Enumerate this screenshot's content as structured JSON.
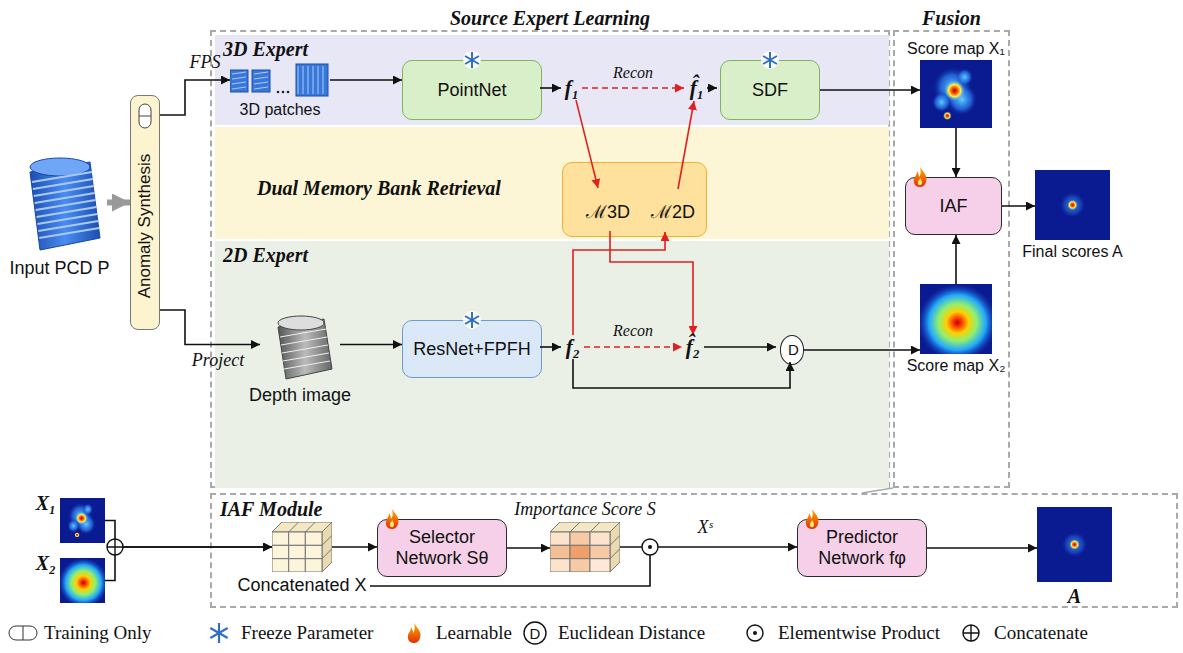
{
  "diagram": {
    "nodes": [
      {
        "text": [
          "Source Expert Learning"
        ]
      },
      {
        "text": [
          "3D Expert"
        ],
        "in": 0
      },
      {
        "text": [
          "3D patches"
        ],
        "in": 1
      },
      {
        "text": [
          "PointNet"
        ],
        "in": 1
      },
      {
        "text": [
          "SDF"
        ],
        "in": 1
      },
      {
        "text": [
          "Dual Memory Bank Retrieval"
        ],
        "in": 0
      },
      {
        "text": [
          "ℳ3D"
        ],
        "in": 5
      },
      {
        "text": [
          "ℳ2D"
        ],
        "in": 5
      },
      {
        "text": [
          "2D Expert"
        ],
        "in": 0
      },
      {
        "text": [
          "Depth image"
        ],
        "in": 8
      },
      {
        "text": [
          "ResNet+FPFH"
        ],
        "in": 8
      },
      {
        "text": [
          "D"
        ],
        "in": 8
      },
      {
        "text": [
          "Fusion"
        ]
      },
      {
        "text": [
          "Score map X₁"
        ],
        "in": 12
      },
      {
        "text": [
          "IAF"
        ],
        "in": 12
      },
      {
        "text": [
          "Score map X₂"
        ],
        "in": 12
      },
      {
        "text": [
          "Input PCD P"
        ]
      },
      {
        "text": [
          "Anomaly Synthesis"
        ]
      },
      {
        "text": [
          "Final scores A"
        ]
      },
      {
        "text": [
          "IAF Module"
        ]
      },
      {
        "text": [
          "X₁"
        ]
      },
      {
        "text": [
          "X₂"
        ]
      },
      {
        "text": [
          "Concatenated X"
        ],
        "in": 19
      },
      {
        "text": [
          "Selector Network Sθ"
        ],
        "in": 19
      },
      {
        "text": [
          "Importance Score S"
        ],
        "in": 19
      },
      {
        "text": [
          "Predictor Network fφ"
        ],
        "in": 19
      },
      {
        "text": [
          "A"
        ],
        "in": 19
      }
    ],
    "edges": [
      {
        "from": 16,
        "to": 17,
        "arrow": "to"
      },
      {
        "from": 17,
        "to": 2,
        "label": "FPS",
        "arrow": "to"
      },
      {
        "from": 17,
        "to": 9,
        "label": "Project",
        "arrow": "to"
      },
      {
        "from": 2,
        "to": 3,
        "arrow": "to"
      },
      {
        "from": 9,
        "to": 10,
        "arrow": "to"
      },
      {
        "from": 4,
        "to": 13,
        "arrow": "to"
      },
      {
        "from": 11,
        "to": 15,
        "arrow": "to"
      },
      {
        "from": 13,
        "to": 14,
        "arrow": "to"
      },
      {
        "from": 15,
        "to": 14,
        "arrow": "to"
      },
      {
        "from": 14,
        "to": 18,
        "arrow": "to"
      },
      {
        "from": 20,
        "to": 22,
        "arrow": "to"
      },
      {
        "from": 21,
        "to": 22,
        "arrow": "to"
      },
      {
        "from": 22,
        "to": 23,
        "arrow": "to"
      },
      {
        "from": 23,
        "to": 24,
        "arrow": "to"
      },
      {
        "from": 24,
        "to": 25,
        "label": "Xˢ",
        "arrow": "to"
      },
      {
        "from": 25,
        "to": 26,
        "arrow": "to"
      }
    ],
    "labels": [
      "f₁",
      "Recon",
      "f̂₁",
      "f₂",
      "Recon",
      "f̂₂",
      "D"
    ],
    "legend": [
      {
        "text": "Training Only"
      },
      {
        "text": "Freeze Parameter"
      },
      {
        "text": "Learnable"
      },
      {
        "text": "Euclidean Distance"
      },
      {
        "text": "Elementwise Product"
      },
      {
        "text": "Concatenate"
      }
    ]
  }
}
